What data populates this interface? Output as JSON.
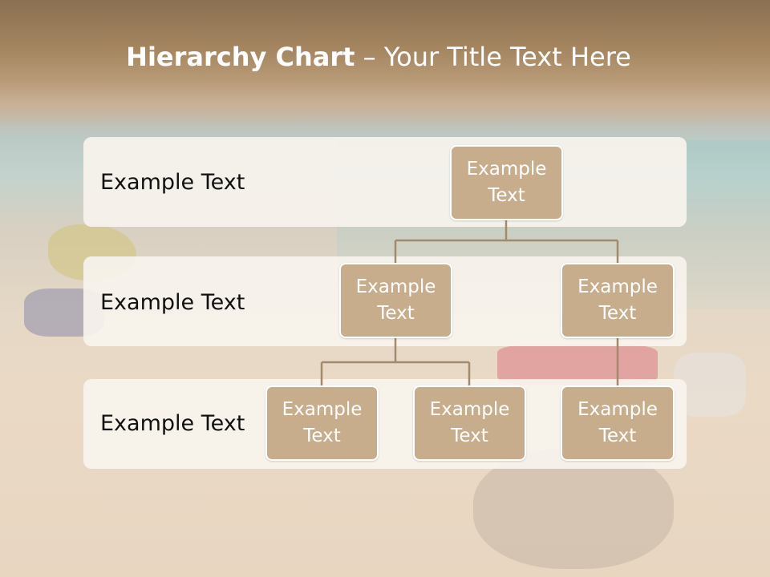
{
  "title": {
    "bold": "Hierarchy Chart",
    "separator": " – ",
    "rest": "Your Title Text Here"
  },
  "rows": [
    {
      "label": "Example Text"
    },
    {
      "label": "Example Text"
    },
    {
      "label": "Example Text"
    }
  ],
  "nodes": {
    "root": "Example Text",
    "level2_left": "Example Text",
    "level2_right": "Example Text",
    "level3_left": "Example Text",
    "level3_middle": "Example Text",
    "level3_right": "Example Text"
  },
  "colors": {
    "node_fill": "#c8ad8d",
    "connector": "#a38a6c",
    "band": "#f7f3ed"
  }
}
